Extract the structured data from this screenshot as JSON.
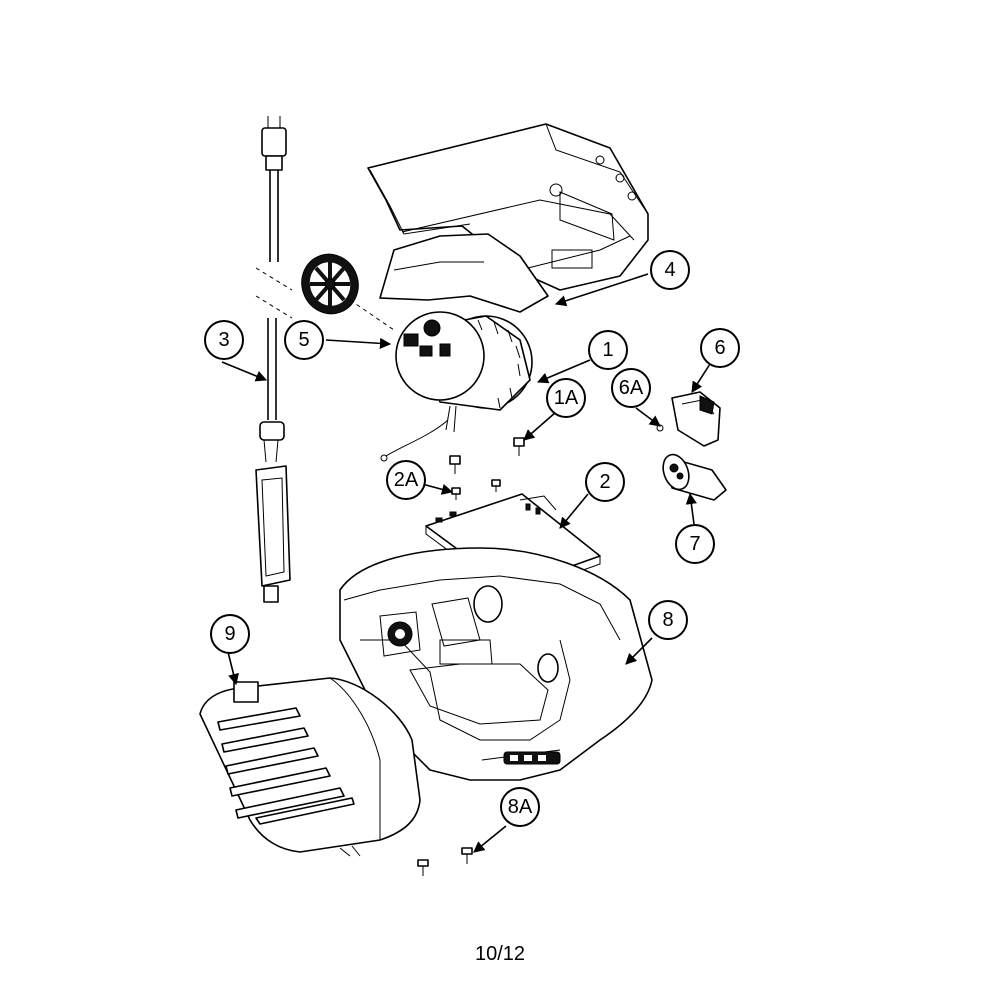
{
  "callouts": {
    "c1": "1",
    "c1A": "1A",
    "c2": "2",
    "c2A": "2A",
    "c3": "3",
    "c4": "4",
    "c5": "5",
    "c6": "6",
    "c6A": "6A",
    "c7": "7",
    "c8": "8",
    "c8A": "8A",
    "c9": "9"
  },
  "page_number": "10/12"
}
